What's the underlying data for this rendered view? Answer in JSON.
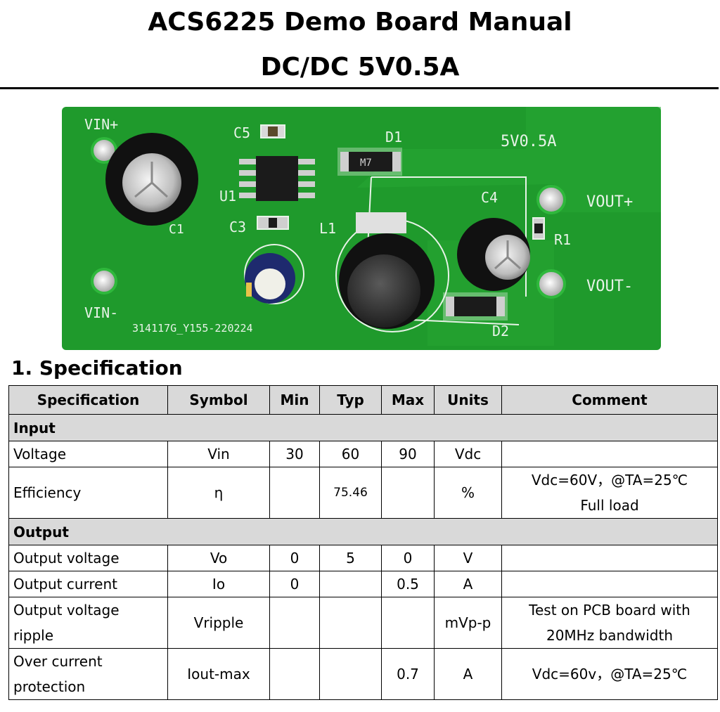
{
  "document": {
    "title": "ACS6225 Demo Board Manual",
    "subtitle": "DC/DC 5V0.5A"
  },
  "pcb": {
    "labels": {
      "vin_plus": "VIN+",
      "vin_minus": "VIN-",
      "c5": "C5",
      "d1": "D1",
      "rating": "5V0.5A",
      "u1": "U1",
      "c1": "C1",
      "c3": "C3",
      "l1": "L1",
      "c4": "C4",
      "vout_plus": "VOUT+",
      "r1": "R1",
      "vout_minus": "VOUT-",
      "d2": "D2",
      "serial": "314117G_Y155-220224",
      "m7": "M7"
    },
    "colors": {
      "board": "#1f9a2c",
      "silk": "#e8f3e8",
      "copper": "#0f7f1e"
    }
  },
  "section": {
    "heading": "1. Specification"
  },
  "spec_table": {
    "headers": {
      "spec": "Specification",
      "symbol": "Symbol",
      "min": "Min",
      "typ": "Typ",
      "max": "Max",
      "units": "Units",
      "comment": "Comment"
    },
    "groups": {
      "input": "Input",
      "output": "Output"
    },
    "rows": {
      "voltage": {
        "spec": "Voltage",
        "symbol": "Vin",
        "min": "30",
        "typ": "60",
        "max": "90",
        "units": "Vdc",
        "comment": ""
      },
      "efficiency": {
        "spec": "Efficiency",
        "symbol": "η",
        "min": "",
        "typ": "75.46",
        "max": "",
        "units": "%",
        "comment_line1": "Vdc=60V，@TA=25℃",
        "comment_line2": "Full load"
      },
      "output_voltage": {
        "spec": "Output voltage",
        "symbol": "Vo",
        "min": "0",
        "typ": "5",
        "max": "0",
        "units": "V",
        "comment": ""
      },
      "output_current": {
        "spec": "Output current",
        "symbol": "Io",
        "min": "0",
        "typ": "",
        "max": "0.5",
        "units": "A",
        "comment": ""
      },
      "ripple": {
        "spec_line1": "Output voltage",
        "spec_line2": "ripple",
        "symbol": "Vripple",
        "min": "",
        "typ": "",
        "max": "",
        "units": "mVp-p",
        "comment_line1": "Test on PCB board with",
        "comment_line2": "20MHz bandwidth"
      },
      "ocp": {
        "spec_line1": "Over current",
        "spec_line2": "protection",
        "symbol": "Iout-max",
        "min": "",
        "typ": "",
        "max": "0.7",
        "units": "A",
        "comment": "Vdc=60v，@TA=25℃"
      }
    }
  }
}
